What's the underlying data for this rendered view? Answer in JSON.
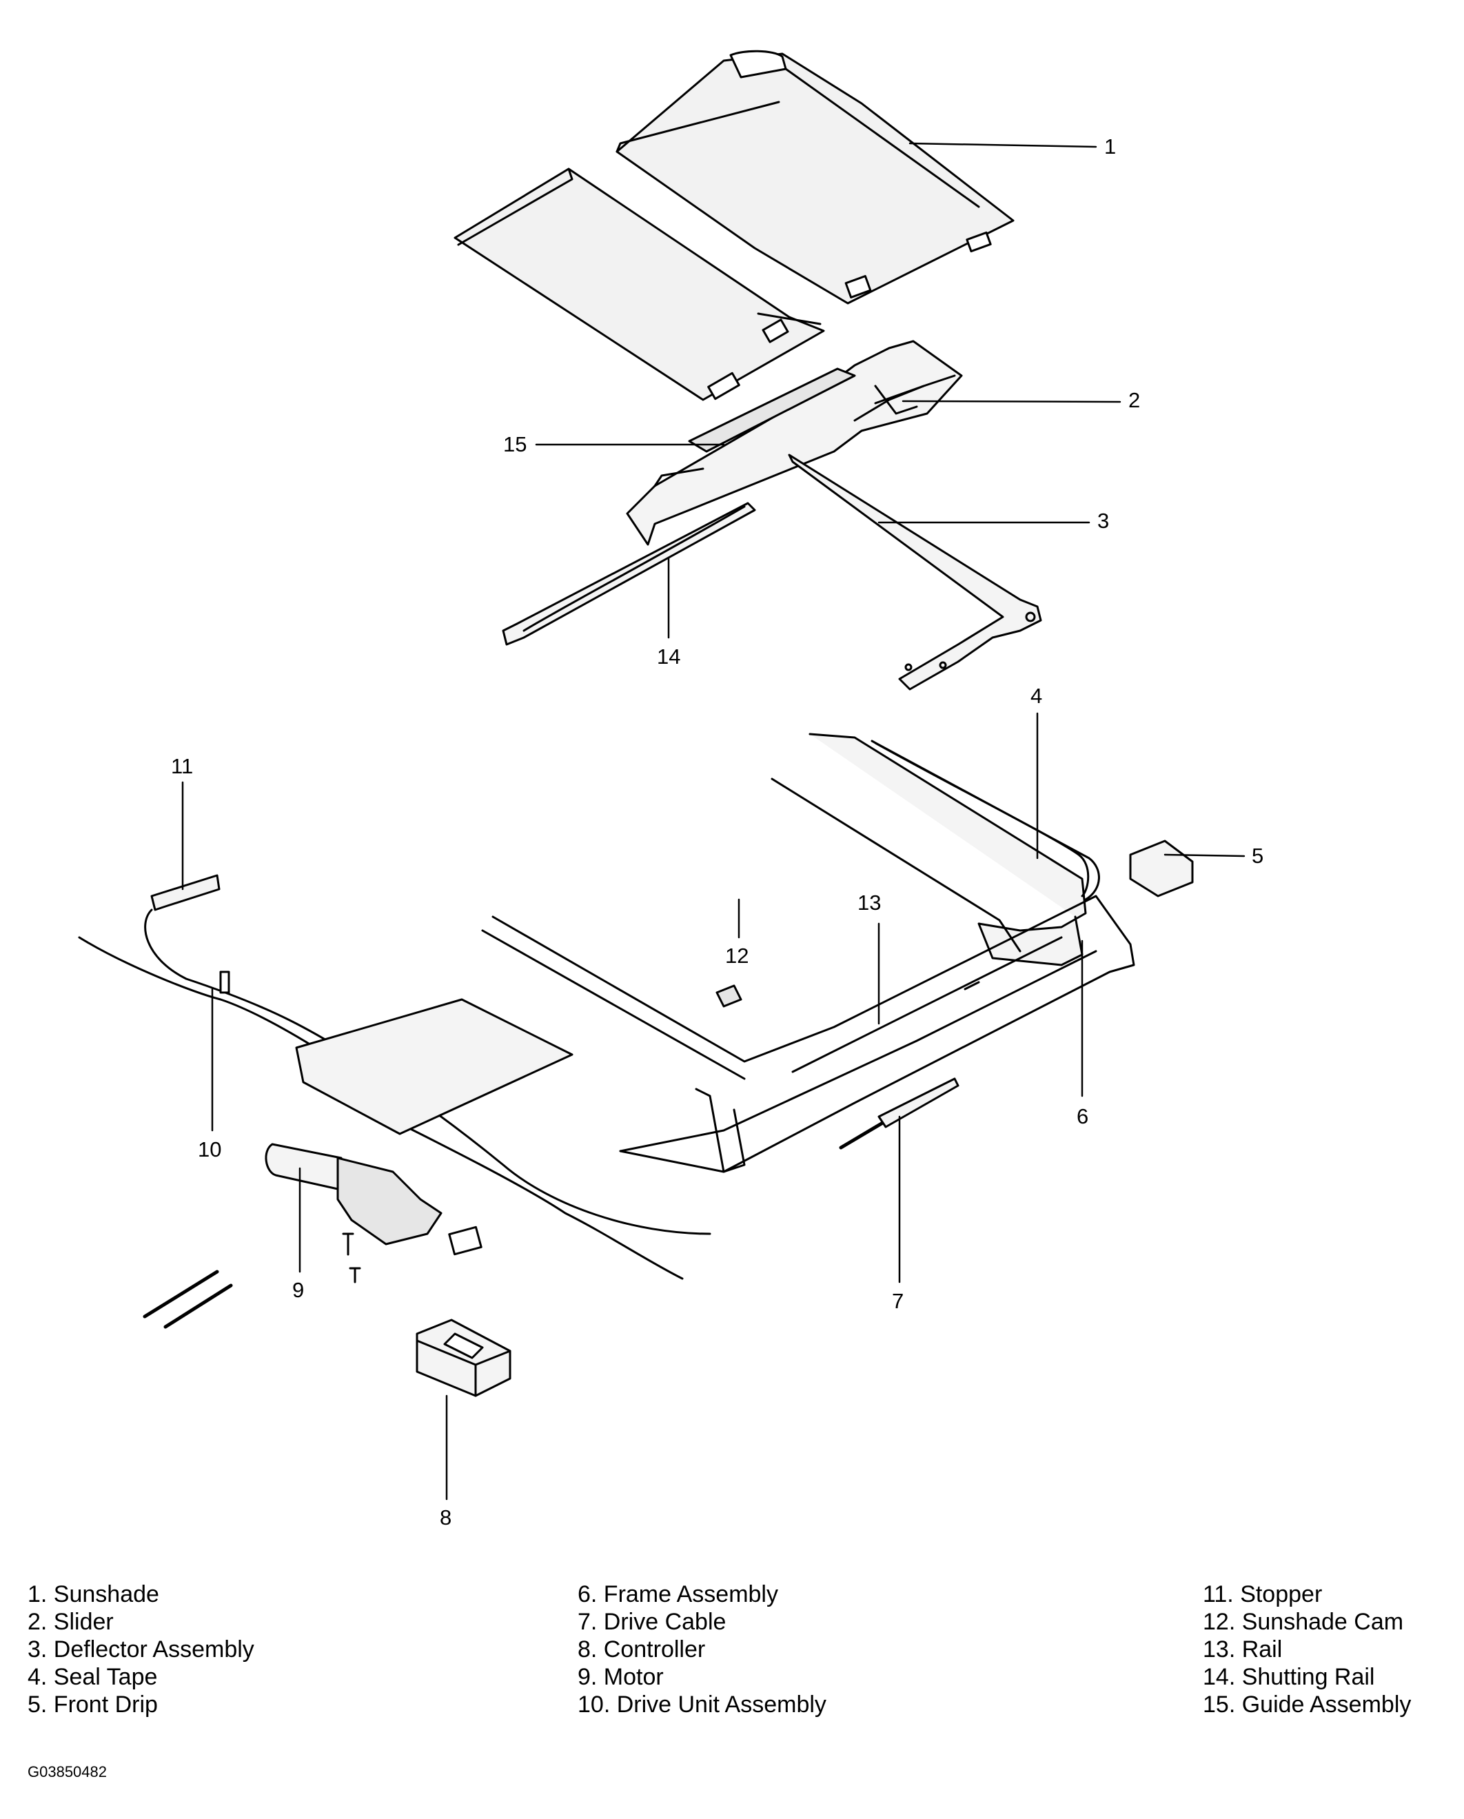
{
  "callouts": [
    "1",
    "2",
    "3",
    "4",
    "5",
    "6",
    "7",
    "8",
    "9",
    "10",
    "11",
    "12",
    "13",
    "14",
    "15"
  ],
  "legend": {
    "col1": [
      "1. Sunshade",
      "2. Slider",
      "3. Deflector Assembly",
      "4. Seal Tape",
      "5. Front Drip"
    ],
    "col2": [
      "6. Frame Assembly",
      "7. Drive Cable",
      "8. Controller",
      "9. Motor",
      "10. Drive Unit Assembly"
    ],
    "col3": [
      "11. Stopper",
      "12. Sunshade Cam",
      "13. Rail",
      "14. Shutting Rail",
      "15. Guide Assembly"
    ]
  },
  "figure_id": "G03850482"
}
